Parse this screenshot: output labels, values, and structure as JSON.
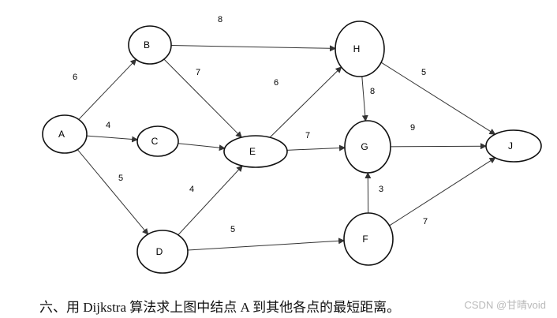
{
  "nodes": [
    {
      "id": "A",
      "label": "A"
    },
    {
      "id": "B",
      "label": "B"
    },
    {
      "id": "C",
      "label": "C"
    },
    {
      "id": "D",
      "label": "D"
    },
    {
      "id": "E",
      "label": "E"
    },
    {
      "id": "H",
      "label": "H"
    },
    {
      "id": "G",
      "label": "G"
    },
    {
      "id": "F",
      "label": "F"
    },
    {
      "id": "J",
      "label": "J"
    }
  ],
  "edges": [
    {
      "from": "A",
      "to": "B",
      "weight": "6"
    },
    {
      "from": "A",
      "to": "C",
      "weight": "4"
    },
    {
      "from": "A",
      "to": "D",
      "weight": "5"
    },
    {
      "from": "B",
      "to": "H",
      "weight": "8"
    },
    {
      "from": "B",
      "to": "E",
      "weight": "7"
    },
    {
      "from": "C",
      "to": "E",
      "weight": ""
    },
    {
      "from": "D",
      "to": "E",
      "weight": "4"
    },
    {
      "from": "D",
      "to": "F",
      "weight": "5"
    },
    {
      "from": "E",
      "to": "H",
      "weight": "6"
    },
    {
      "from": "E",
      "to": "G",
      "weight": "7"
    },
    {
      "from": "H",
      "to": "G",
      "weight": "8"
    },
    {
      "from": "H",
      "to": "J",
      "weight": "5"
    },
    {
      "from": "G",
      "to": "J",
      "weight": "9"
    },
    {
      "from": "F",
      "to": "G",
      "weight": "3"
    },
    {
      "from": "F",
      "to": "J",
      "weight": "7"
    }
  ],
  "question": "六、用 Dijkstra 算法求上图中结点 A 到其他各点的最短距离。",
  "watermark": "CSDN @甘晴void"
}
